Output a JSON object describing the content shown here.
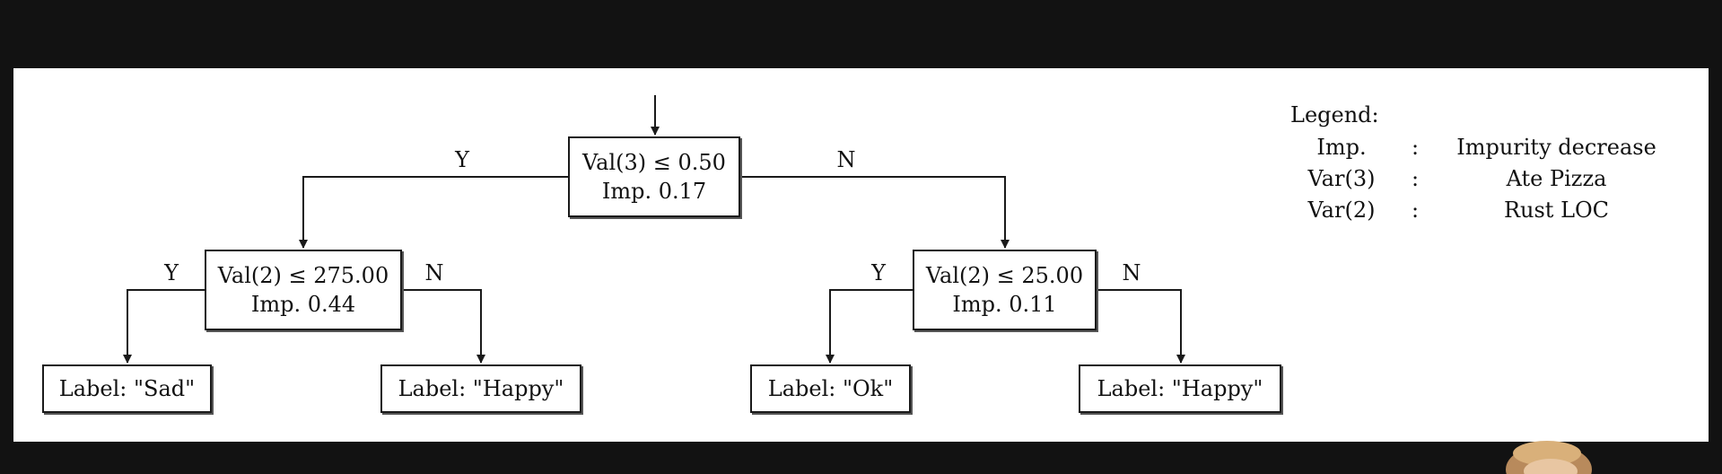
{
  "legend": {
    "title": "Legend:",
    "rows": [
      {
        "key": "Imp.",
        "sep": ":",
        "value": "Impurity decrease"
      },
      {
        "key": "Var(3)",
        "sep": ":",
        "value": "Ate Pizza"
      },
      {
        "key": "Var(2)",
        "sep": ":",
        "value": "Rust LOC"
      }
    ]
  },
  "tree": {
    "root": {
      "condition": "Val(3) ≤ 0.50",
      "impurity": "Imp. 0.17"
    },
    "left": {
      "condition": "Val(2) ≤ 275.00",
      "impurity": "Imp. 0.44"
    },
    "right": {
      "condition": "Val(2) ≤ 25.00",
      "impurity": "Imp. 0.11"
    },
    "leaves": [
      {
        "label": "Label: \"Sad\""
      },
      {
        "label": "Label: \"Happy\""
      },
      {
        "label": "Label: \"Ok\""
      },
      {
        "label": "Label: \"Happy\""
      }
    ],
    "edge_labels": {
      "root_yes": "Y",
      "root_no": "N",
      "left_yes": "Y",
      "left_no": "N",
      "right_yes": "Y",
      "right_no": "N"
    }
  },
  "colors": {
    "background": "#121212",
    "panel": "#ffffff",
    "ink": "#1a1a1a"
  }
}
